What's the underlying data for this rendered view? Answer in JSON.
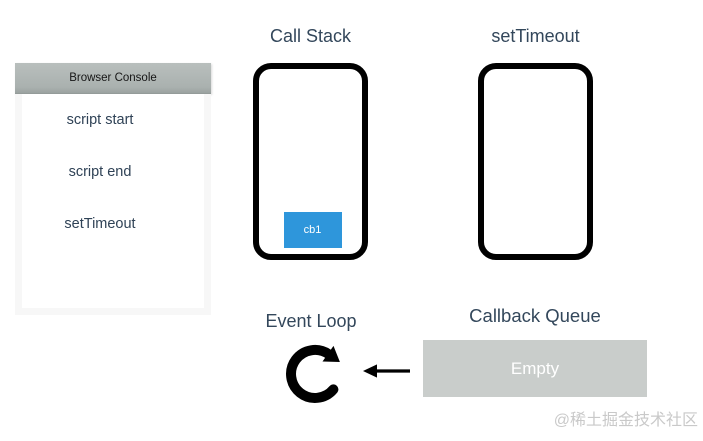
{
  "console": {
    "title": "Browser Console",
    "logs": [
      "script start",
      "script end",
      "setTimeout"
    ]
  },
  "call_stack": {
    "title": "Call Stack",
    "frames": [
      "cb1"
    ]
  },
  "set_timeout": {
    "title": "setTimeout",
    "items": []
  },
  "event_loop": {
    "title": "Event Loop",
    "icon": "clockwise-loop-arrow-icon"
  },
  "flow": {
    "icon": "left-arrow-icon"
  },
  "callback_queue": {
    "title": "Callback Queue",
    "status": "Empty"
  },
  "watermark": "@稀土掘金技术社区",
  "colors": {
    "frame_border": "#000000",
    "stack_item_blue": "#2e96db",
    "queue_box_gray": "#c9cdcb",
    "console_header_gray": "#aab1af",
    "title_text": "#33475b",
    "log_text": "#2f4256",
    "watermark_gray": "#c9c9c9"
  }
}
